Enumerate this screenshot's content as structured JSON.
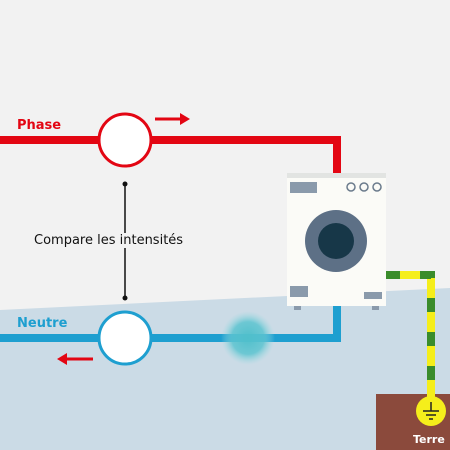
{
  "labels": {
    "phase": "Phase",
    "neutre": "Neutre",
    "compare": "Compare les intensités",
    "terre": "Terre"
  },
  "colors": {
    "background": "#f2f2f2",
    "floor": "#cbdbe6",
    "phase": "#e30613",
    "neutre": "#1e9fd0",
    "earth_yellow": "#f5ee1b",
    "earth_green": "#3a8c2b",
    "ground": "#8b4a3c",
    "leak": "#5cc4d0",
    "washer_body": "#fbfbf7",
    "washer_door": "#5d7086",
    "washer_glass": "#173748",
    "washer_panel": "#8a9aab"
  },
  "icons": {
    "phase_direction": "arrow-right-icon",
    "neutre_direction": "arrow-left-icon",
    "earth": "earth-ground-icon",
    "appliance": "washing-machine-icon"
  }
}
